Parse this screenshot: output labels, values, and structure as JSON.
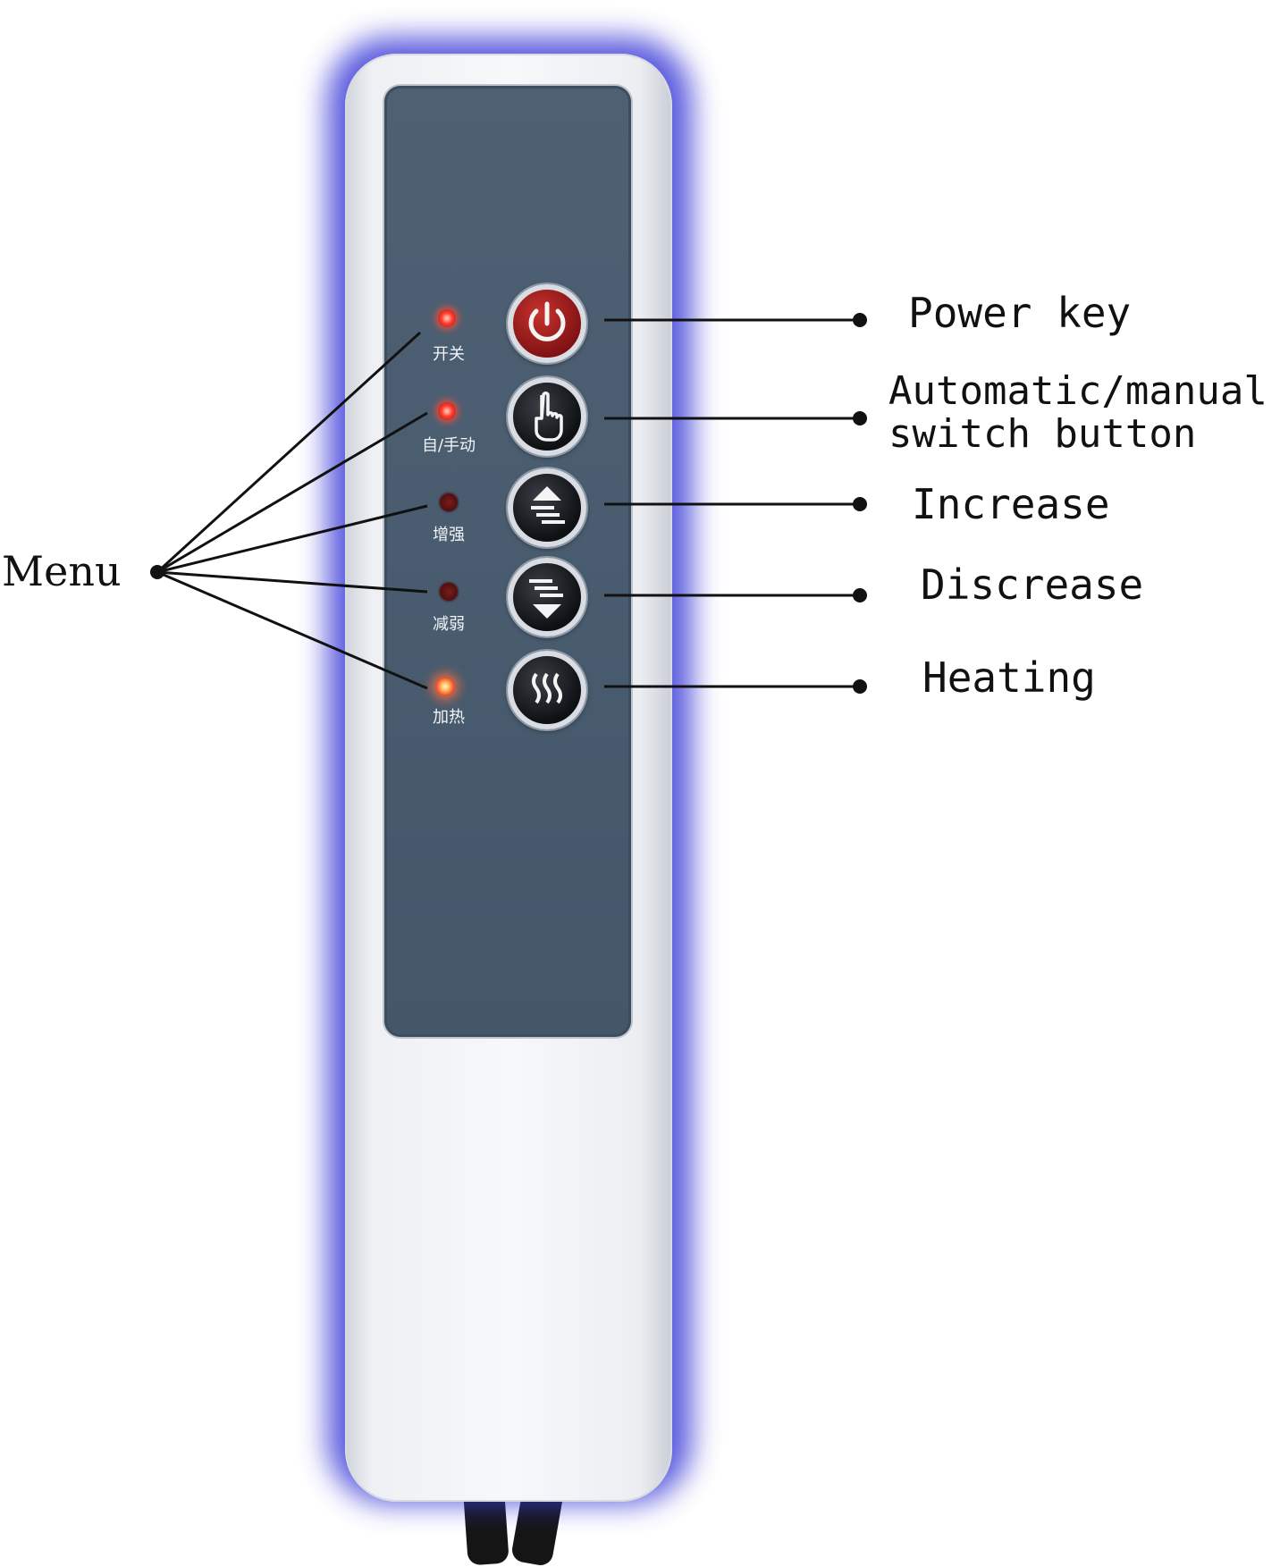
{
  "remote": {
    "panel_labels": [
      {
        "text": "开关",
        "led": "on"
      },
      {
        "text": "自/手动",
        "led": "on"
      },
      {
        "text": "增强",
        "led": "off"
      },
      {
        "text": "减弱",
        "led": "off"
      },
      {
        "text": "加热",
        "led": "on"
      }
    ],
    "buttons": [
      {
        "icon": "power-icon",
        "style": "red"
      },
      {
        "icon": "hand-pointer-icon",
        "style": "dark"
      },
      {
        "icon": "up-arrow-stairs-icon",
        "style": "dark"
      },
      {
        "icon": "down-arrow-stairs-icon",
        "style": "dark"
      },
      {
        "icon": "heat-waves-icon",
        "style": "dark"
      }
    ]
  },
  "callouts": {
    "power": "Power key",
    "auto_manual_line1": "Automatic/manual",
    "auto_manual_line2": "switch button",
    "increase": "Increase",
    "decrease": "Discrease",
    "heating": "Heating",
    "menu": "Menu"
  },
  "colors": {
    "panel": "#4a5d70",
    "glow": "#3c3cd8",
    "power_button": "#9c1f1f",
    "led_on": "#ff3b2a"
  }
}
